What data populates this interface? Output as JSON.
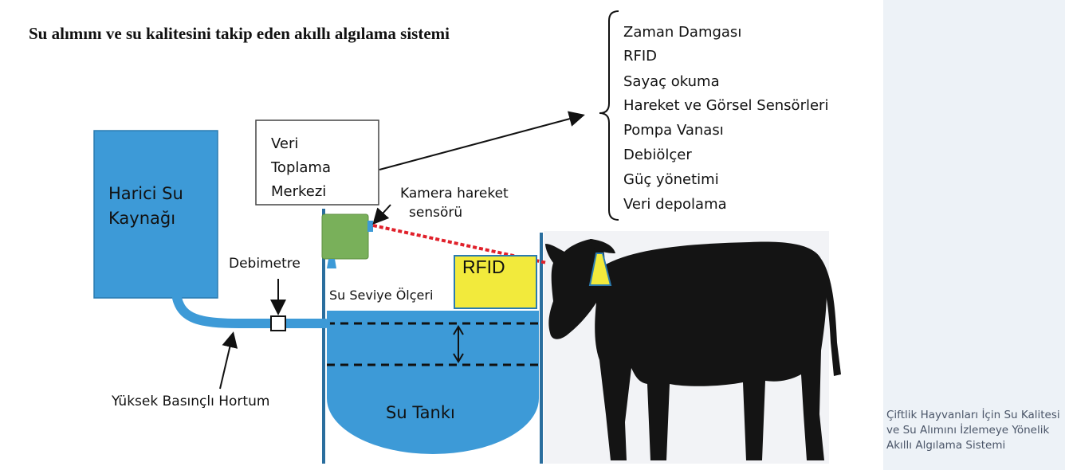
{
  "title": "Su alımını ve su kalitesini takip eden akıllı algılama sistemi",
  "components_list": [
    "Zaman Damgası",
    "RFID",
    "Sayaç okuma",
    "Hareket ve Görsel Sensörleri",
    "Pompa Vanası",
    "Debiölçer",
    "Güç yönetimi",
    "Veri depolama"
  ],
  "labels": {
    "data_center_line1": "Veri",
    "data_center_line2": "Toplama",
    "data_center_line3": "Merkezi",
    "external_source_line1": "Harici Su",
    "external_source_line2": "Kaynağı",
    "camera_line1": "Kamera hareket",
    "camera_line2": "sensörü",
    "flowmeter": "Debimetre",
    "level_gauge": "Su Seviye Ölçeri",
    "rfid": "RFID",
    "hose": "Yüksek Basınçlı Hortum",
    "tank": "Su Tankı"
  },
  "caption": "Çiftlik Hayvanları İçin Su Kalitesi ve Su Alımını İzlemeye Yönelik Akıllı Algılama Sistemi",
  "colors": {
    "water_blue": "#3d9ad7",
    "camera_green": "#79b05a",
    "rfid_yellow": "#f2ea3c",
    "laser_red": "#e0202a",
    "cow_black": "#141414",
    "cow_area_bg": "#f2f3f6",
    "sidebar_bg": "#edf2f7"
  }
}
